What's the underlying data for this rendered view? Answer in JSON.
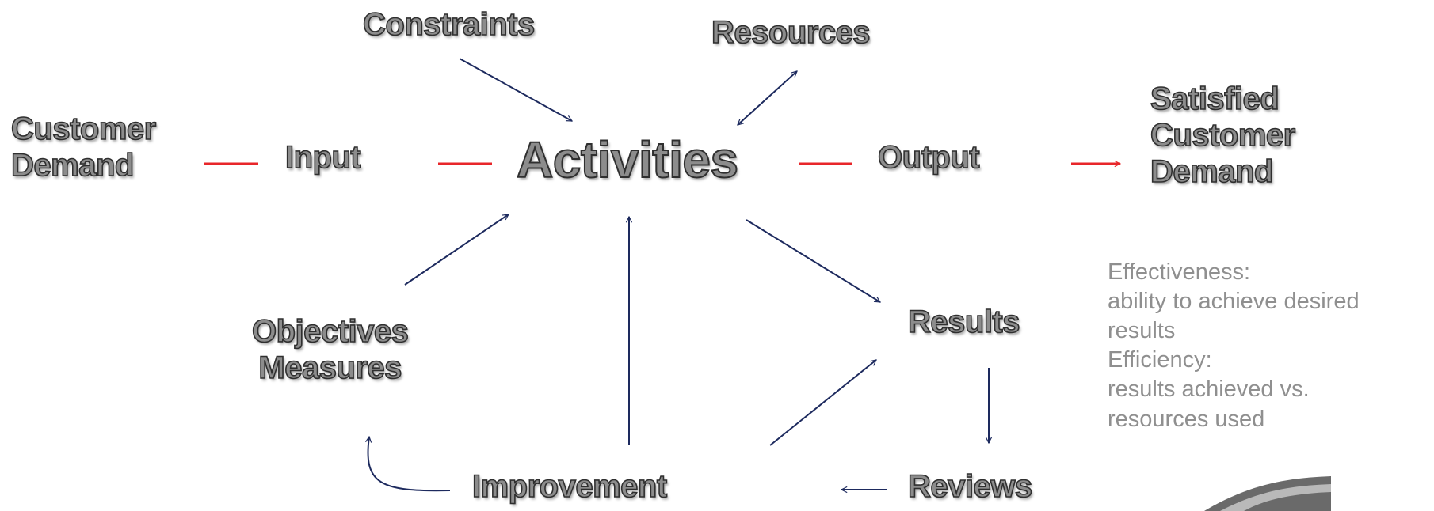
{
  "diagram": {
    "nodes": {
      "customer_demand": [
        "Customer",
        "Demand"
      ],
      "input": "Input",
      "activities": "Activities",
      "output": "Output",
      "satisfied_customer_demand": [
        "Satisfied",
        "Customer",
        "Demand"
      ],
      "constraints": "Constraints",
      "resources": "Resources",
      "objectives_measures": [
        "Objectives",
        "Measures"
      ],
      "results": "Results",
      "reviews": "Reviews",
      "improvement": "Improvement"
    },
    "note": {
      "effectiveness_title": "Effectiveness:",
      "effectiveness_line1": "ability to achieve desired",
      "effectiveness_line2": "results",
      "efficiency_title": "Efficiency:",
      "efficiency_line1": "results achieved vs.",
      "efficiency_line2": "resources used"
    },
    "colors": {
      "flow_line": "#e8262a",
      "arrow": "#1d2a5e",
      "label_fill": "#8c8c8c",
      "label_outline": "#2f2f2f",
      "note_text": "#8f8f8f"
    }
  }
}
